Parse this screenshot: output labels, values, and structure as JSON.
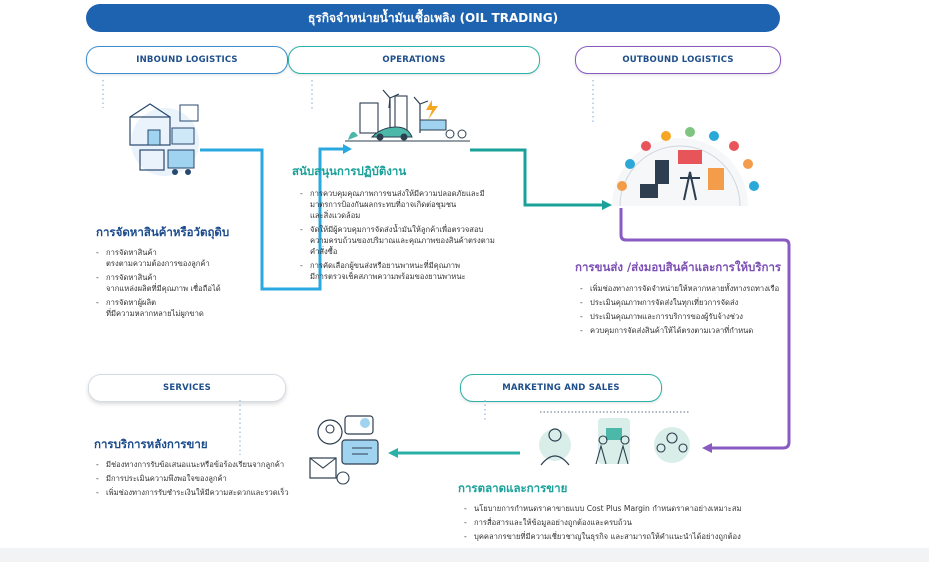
{
  "title": "ธุรกิจจำหน่ายน้ำมันเชื้อเพลิง (OIL TRADING)",
  "colors": {
    "title_bar": "#1e63b0",
    "inbound": "#3f8fd0",
    "operations": "#2ab0a6",
    "outbound": "#8a5bc0",
    "arrow_blue": "#29a9e0",
    "arrow_teal": "#1aa19a",
    "arrow_purple": "#8a5bc0",
    "arrow_green": "#2ab0a6"
  },
  "inbound": {
    "label": "INBOUND LOGISTICS",
    "heading": "การจัดหาสินค้าหรือวัตถุดิบ",
    "items": [
      "การจัดหาสินค้า\nตรงตามความต้องการของลูกค้า",
      "การจัดหาสินค้า\nจากแหล่งผลิตที่มีคุณภาพ เชื่อถือได้",
      "การจัดหาผู้ผลิต\nที่มีความหลากหลายไม่ผูกขาด"
    ],
    "icon": "warehouse-logistics-icon"
  },
  "operations": {
    "label": "OPERATIONS",
    "heading": "สนับสนุนการปฏิบัติงาน",
    "items": [
      "การควบคุมคุณภาพการขนส่งให้มีความปลอดภัยและมี\nมาตรการป้องกันผลกระทบที่อาจเกิดต่อชุมชน\nและสิ่งแวดล้อม",
      "จัดให้มีผู้ควบคุมการจัดส่งน้ำมันให้ลูกค้าเพื่อตรวจสอบ\nความครบถ้วนของปริมาณและคุณภาพของสินค้าตรงตาม\nคำสั่งซื้อ",
      "การคัดเลือกผู้ขนส่งหรือยานพาหนะที่มีคุณภาพ\nมีการตรวจเช็คสภาพความพร้อมของยานพาหนะ"
    ],
    "icon": "green-energy-city-icon"
  },
  "outbound": {
    "label": "OUTBOUND LOGISTICS",
    "heading": "การขนส่ง /ส่งมอบสินค้าและการให้บริการ",
    "items": [
      "เพิ่มช่องทางการจัดจำหน่ายให้หลากหลายทั้งทางรถทางเรือ",
      "ประเมินคุณภาพการจัดส่งในทุกเที่ยวการจัดส่ง",
      "ประเมินคุณภาพและการบริการของผู้รับจ้างช่วง",
      "ควบคุมการจัดส่งสินค้าให้ได้ตรงตามเวลาที่กำหนด"
    ],
    "icon": "oil-industry-icon"
  },
  "marketing": {
    "label": "MARKETING AND SALES",
    "heading": "การตลาดและการขาย",
    "items": [
      "นโยบายการกำหนดราคาขายแบบ Cost Plus Margin กำหนดราคาอย่างเหมาะสม",
      "การสื่อสารและให้ข้อมูลอย่างถูกต้องและครบถ้วน",
      "บุคคลากรขายที่มีความเชี่ยวชาญในธุรกิจ และสามารถให้คำแนะนำได้อย่างถูกต้อง"
    ],
    "icon": "sales-team-icon"
  },
  "services": {
    "label": "SERVICES",
    "heading": "การบริการหลังการขาย",
    "items": [
      "มีช่องทางการรับข้อเสนอแนะหรือข้อร้องเรียนจากลูกค้า",
      "มีการประเมินความพึงพอใจของลูกค้า",
      "เพิ่มช่องทางการรับชำระเงินให้มีความสะดวกและรวดเร็ว"
    ],
    "icon": "customer-feedback-icon"
  }
}
